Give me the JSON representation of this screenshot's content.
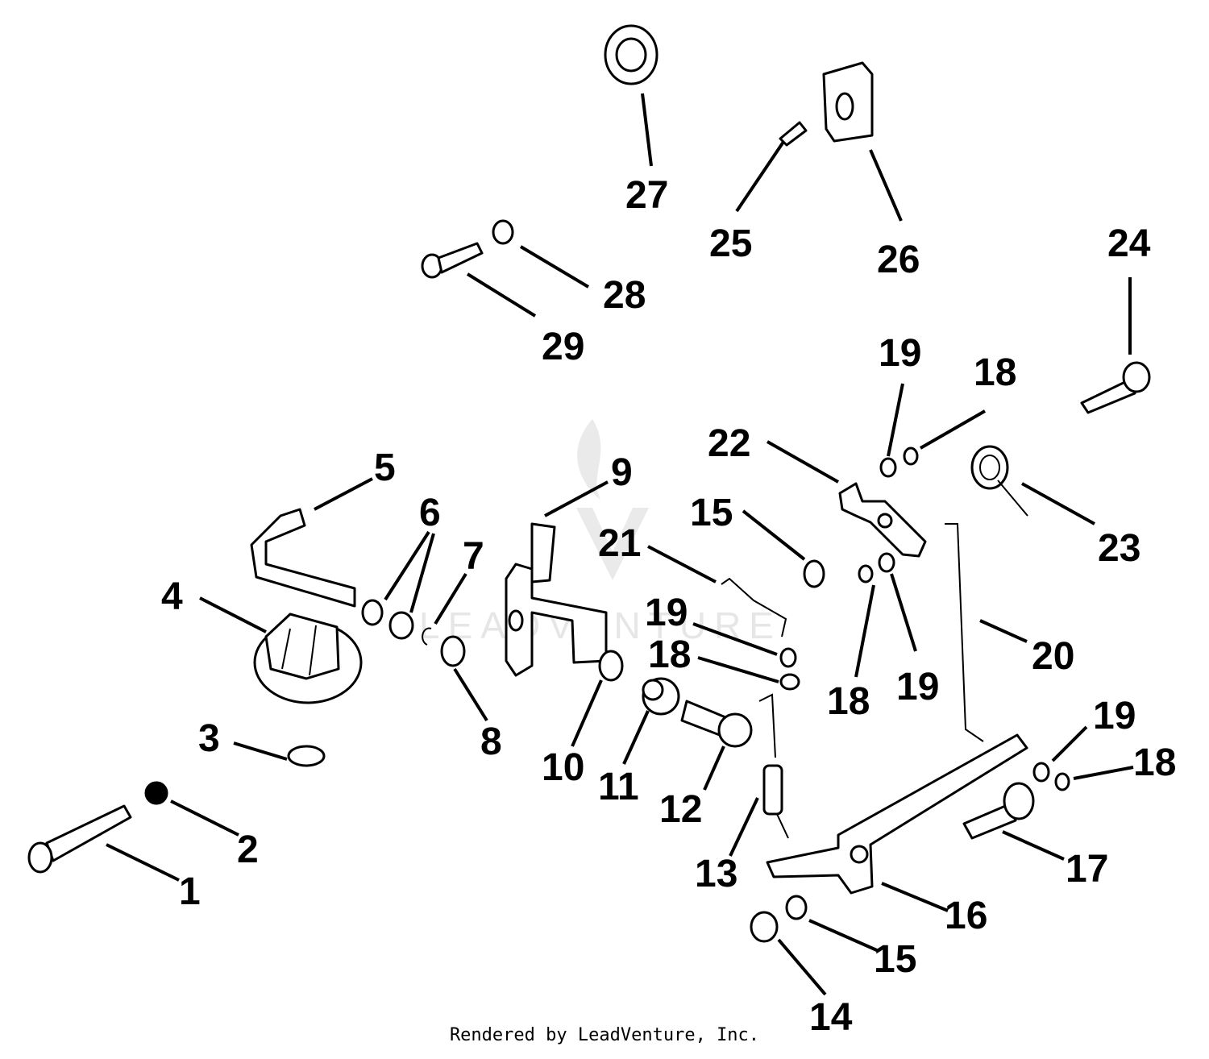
{
  "diagram": {
    "credit": "Rendered by LeadVenture, Inc.",
    "watermark": "LEADVENTURE",
    "callouts": [
      "1",
      "2",
      "3",
      "4",
      "5",
      "6",
      "7",
      "8",
      "9",
      "10",
      "11",
      "12",
      "13",
      "14",
      "15",
      "15",
      "16",
      "17",
      "18",
      "18",
      "18",
      "18",
      "19",
      "19",
      "19",
      "19",
      "20",
      "21",
      "22",
      "23",
      "24",
      "25",
      "26",
      "27",
      "28",
      "29"
    ]
  }
}
